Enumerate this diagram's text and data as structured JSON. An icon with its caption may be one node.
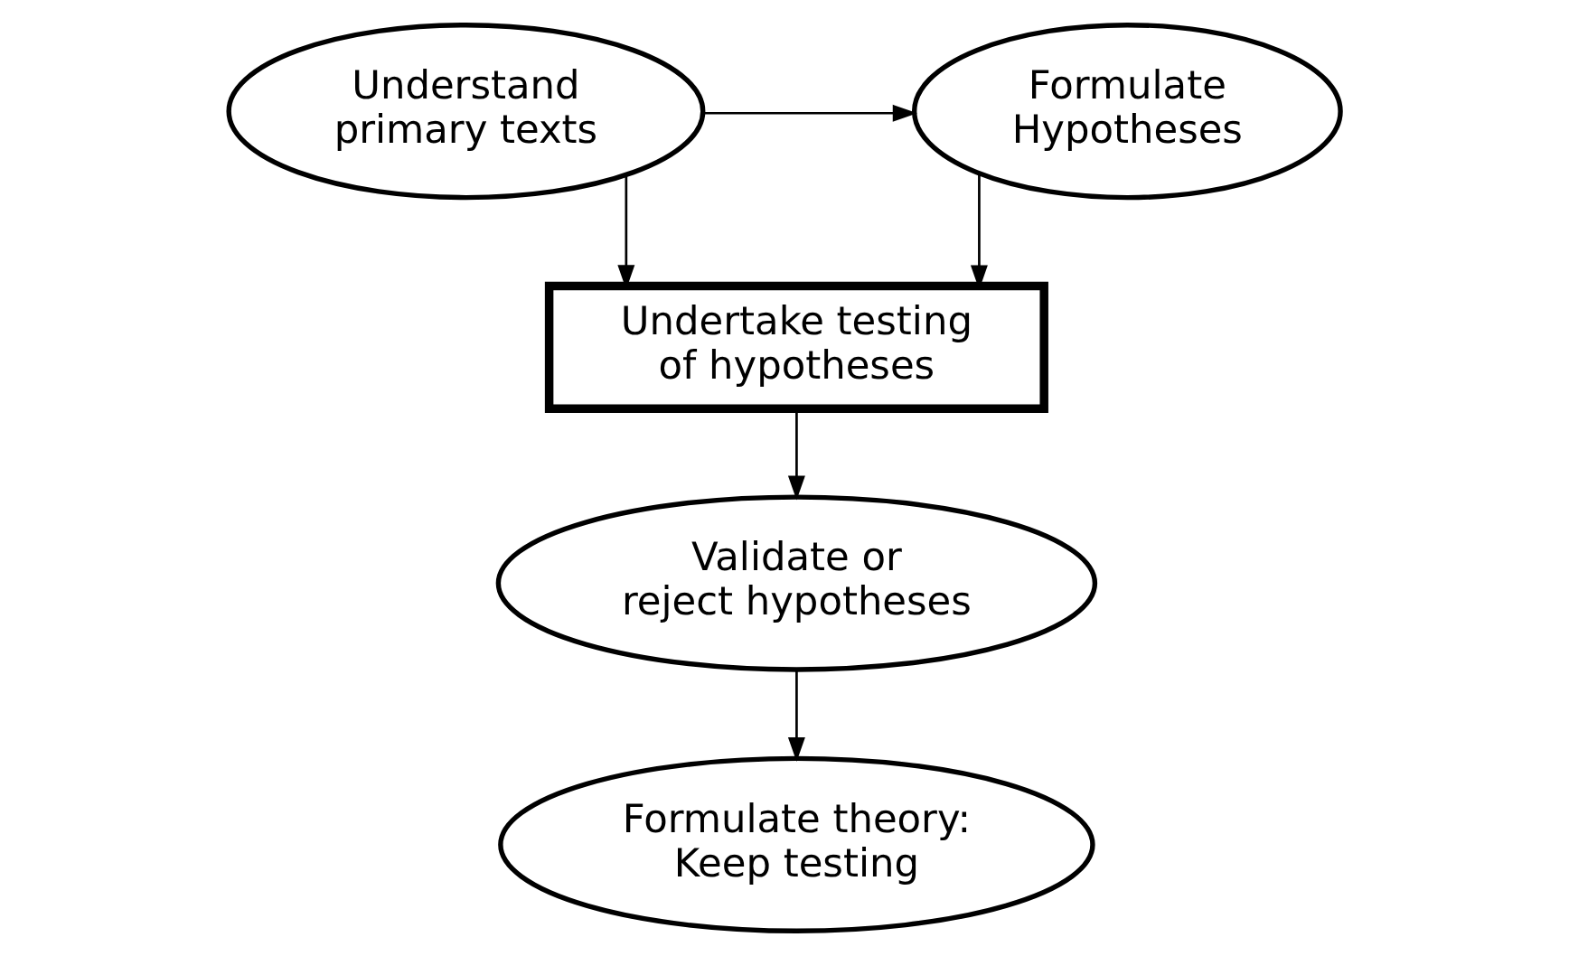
{
  "diagram": {
    "nodes": [
      {
        "text": [
          "Understand primary texts"
        ]
      },
      {
        "text": [
          "Formulate Hypotheses"
        ]
      },
      {
        "text": [
          "Undertake testing of hypotheses"
        ]
      },
      {
        "text": [
          "Validate or reject hypotheses"
        ]
      },
      {
        "text": [
          "Formulate theory: Keep testing"
        ]
      }
    ],
    "edges": [
      {
        "from": 0,
        "to": 1,
        "arrow": "to"
      },
      {
        "from": 0,
        "to": 2,
        "arrow": "to"
      },
      {
        "from": 1,
        "to": 2,
        "arrow": "to"
      },
      {
        "from": 2,
        "to": 3,
        "arrow": "to"
      },
      {
        "from": 3,
        "to": 4,
        "arrow": "to"
      }
    ]
  }
}
